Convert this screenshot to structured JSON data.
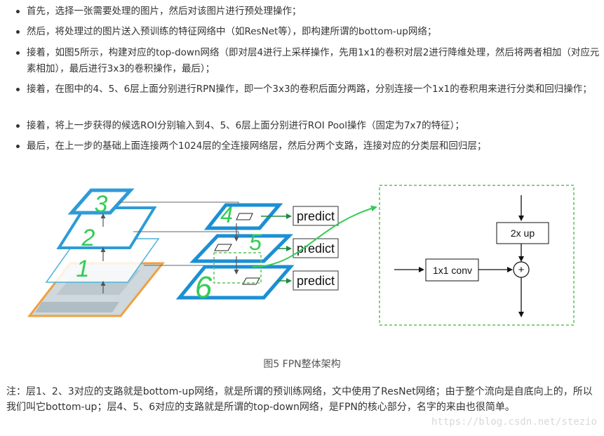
{
  "bullets": [
    {
      "text": "首先，选择一张需要处理的图片，然后对该图片进行预处理操作；"
    },
    {
      "text": "然后，将处理过的图片送入预训练的特征网络中（如ResNet等），即构建所谓的bottom-up网络；"
    },
    {
      "text": "接着，如图5所示，构建对应的top-down网络（即对层4进行上采样操作，先用1x1的卷积对层2进行降维处理，然后将两者相加（对应元素相加），最后进行3x3的卷积操作，最后）；"
    },
    {
      "text": "接着，在图中的4、5、6层上面分别进行RPN操作，即一个3x3的卷积后面分两路，分别连接一个1x1的卷积用来进行分类和回归操作；"
    },
    {
      "text": "接着，将上一步获得的候选ROI分别输入到4、5、6层上面分别进行ROI Pool操作（固定为7x7的特征）；"
    },
    {
      "text": "最后，在上一步的基础上面连接两个1024层的全连接网络层，然后分两个支路，连接对应的分类层和回归层；"
    }
  ],
  "figure": {
    "predict_labels": [
      "predict",
      "predict",
      "predict"
    ],
    "handwritten_numbers": [
      "3",
      "2",
      "1",
      "4",
      "5",
      "6"
    ],
    "conv_label": "1x1 conv",
    "up_label": "2x up",
    "plus_symbol": "+",
    "colors": {
      "pyramid_blue": "#2e9bd6",
      "top_down_blue": "#1b8fd4",
      "image_orange": "#f0a040",
      "handwriting_green": "#33cc55",
      "dashed_green": "#5cc25c",
      "predict_arrow": "#1c8c3c"
    }
  },
  "caption": "图5 FPN整体架构",
  "note": "注：层1、2、3对应的支路就是bottom-up网络，就是所谓的预训练网络，文中使用了ResNet网络；由于整个流向是自底向上的，所以我们叫它bottom-up；层4、5、6对应的支路就是所谓的top-down网络，是FPN的核心部分，名字的来由也很简单。",
  "watermark": "https://blog.csdn.net/stezio"
}
